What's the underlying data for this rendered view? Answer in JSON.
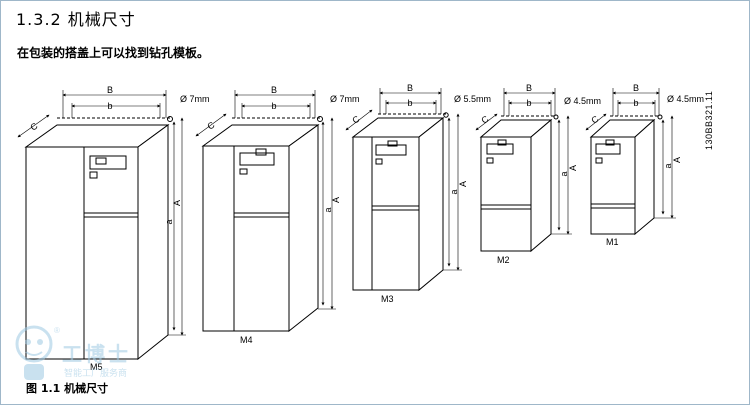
{
  "section": {
    "title": "1.3.2 机械尺寸"
  },
  "intro": "在包装的搭盖上可以找到钻孔模板。",
  "figure": {
    "caption": "图 1.1 机械尺寸"
  },
  "dimension_labels": {
    "B": "B",
    "b": "b",
    "C": "C",
    "a": "a",
    "A": "A"
  },
  "units": [
    {
      "name": "M5",
      "hole": "Ø 7mm"
    },
    {
      "name": "M4",
      "hole": "Ø 7mm"
    },
    {
      "name": "M3",
      "hole": "Ø 5.5mm"
    },
    {
      "name": "M2",
      "hole": "Ø 4.5mm"
    },
    {
      "name": "M1",
      "hole": "Ø 4.5mm"
    }
  ],
  "doc_number": "130BB321.11",
  "watermark": {
    "brand": "工博士",
    "sub": "智能工厂服务商",
    "reg": "®"
  },
  "colors": {
    "line": "#000000",
    "dash": "#000000",
    "frame": "#9fb7c9",
    "watermark": "#9ec9e3"
  }
}
